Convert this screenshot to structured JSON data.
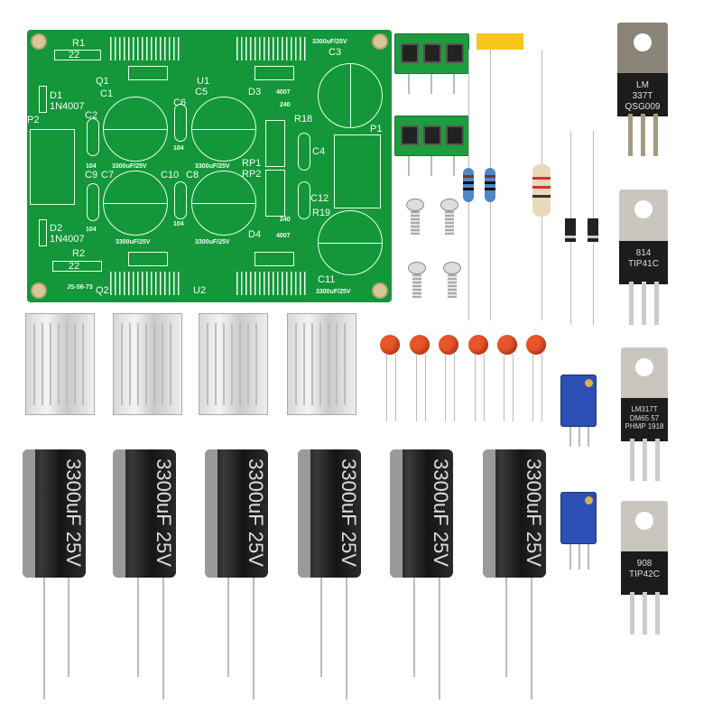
{
  "pcb": {
    "labels": {
      "r1": "R1",
      "r1v": "22",
      "r2": "R2",
      "r2v": "22",
      "q1": "Q1",
      "q2": "Q2",
      "u1": "U1",
      "u2": "U2",
      "d1": "D1",
      "d1v": "1N4007",
      "d2": "D2",
      "d2v": "1N4007",
      "d3": "D3",
      "d4": "D4",
      "c1": "C1",
      "c2": "C2",
      "c3": "C3",
      "c4": "C4",
      "c5": "C5",
      "c6": "C6",
      "c7": "C7",
      "c8": "C8",
      "c9": "C9",
      "c10": "C10",
      "c11": "C11",
      "c12": "C12",
      "p1": "P1",
      "p2": "P2",
      "rp1": "RP1",
      "rp2": "RP2",
      "r18": "R18",
      "r19": "R19",
      "cap_rating": "3300uF/25V",
      "ceramic": "104",
      "r240": "240",
      "d4007": "4007",
      "board_id": "JS-56-73"
    }
  },
  "transistors": [
    {
      "line1": "LM",
      "line2": "337T",
      "line3": "QSG009"
    },
    {
      "line1": "814",
      "line2": "TIP41C",
      "line3": ""
    },
    {
      "line1": "LM317T",
      "line2": "DM65 57",
      "line3": "PHMP 1918"
    },
    {
      "line1": "908",
      "line2": "TIP42C",
      "line3": ""
    }
  ],
  "electrolytic_cap_marking": "3300uF 25V",
  "colors": {
    "pcb": "#14963a",
    "terminal": "#1e9b3c",
    "ceramic": "#e9552a",
    "trimpot": "#2b4fb5",
    "label": "#f7c51a"
  }
}
